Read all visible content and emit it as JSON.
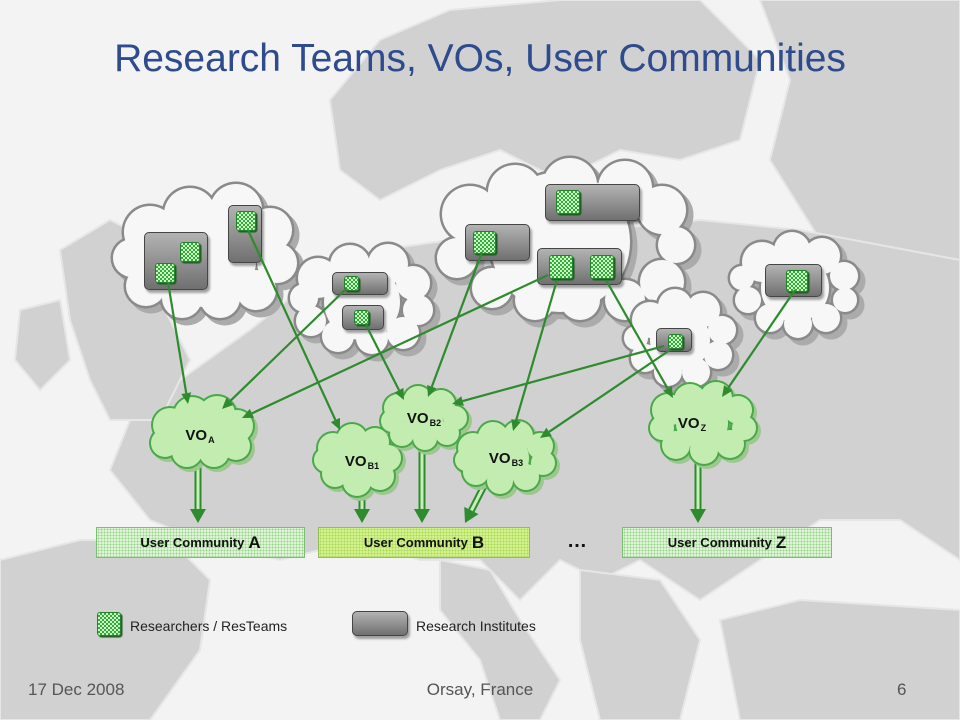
{
  "title": "Research Teams, VOs, User Communities",
  "vos": {
    "a": {
      "main": "VO",
      "sub": "A"
    },
    "b1": {
      "main": "VO",
      "sub": "B1"
    },
    "b2": {
      "main": "VO",
      "sub": "B2"
    },
    "b3": {
      "main": "VO",
      "sub": "B3"
    },
    "z": {
      "main": "VO",
      "sub": "Z"
    }
  },
  "user_communities": {
    "a": {
      "prefix": "User Community",
      "letter": "A"
    },
    "b": {
      "prefix": "User Community",
      "letter": "B"
    },
    "z": {
      "prefix": "User Community",
      "letter": "Z"
    },
    "ellipsis": "…"
  },
  "legend": {
    "researchers": {
      "label": "Researchers / ResTeams",
      "icon": "green-checkered-square"
    },
    "institutes": {
      "label": "Research Institutes",
      "icon": "gray-rounded-box"
    }
  },
  "footer": {
    "date": "17 Dec 2008",
    "location": "Orsay, France",
    "page": "6"
  },
  "colors": {
    "title": "#2e4b8e",
    "arrow": "#2e8b2e",
    "arrow_light": "#c4f0b6",
    "vo_fill": "#c3edb0",
    "vo_outline": "#4aa84a",
    "vo_shadow": "#9cc78e",
    "cloud_fill": "#f7f7f7",
    "cloud_outline": "#8a8a8a",
    "cloud_shadow": "#ababab",
    "land": "#d1d1d1"
  }
}
